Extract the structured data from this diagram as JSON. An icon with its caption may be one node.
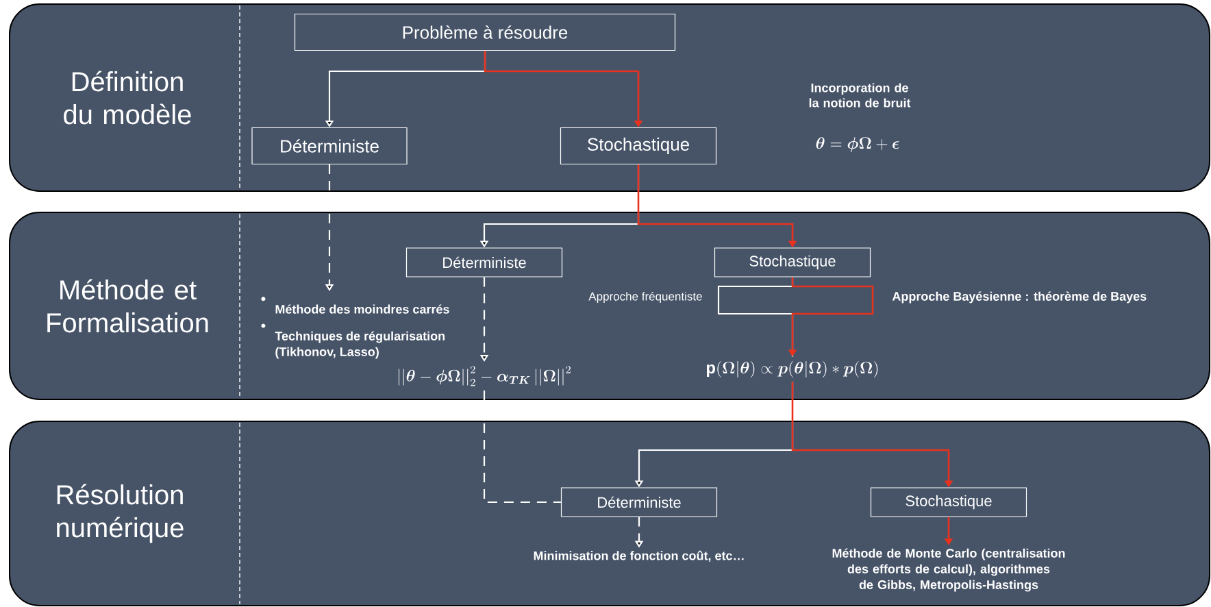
{
  "diagram": {
    "nodes": [
      {
        "text": [
          "Définition du modèle"
        ]
      },
      {
        "text": [
          "Méthode et Formalisation"
        ]
      },
      {
        "text": [
          "Résolution numérique"
        ]
      },
      {
        "text": [
          "Problème à résoudre"
        ],
        "in": 0
      },
      {
        "text": [
          "Déterministe"
        ],
        "in": 0
      },
      {
        "text": [
          "Stochastique"
        ],
        "in": 0
      },
      {
        "text": [
          "Méthode des moindres carrés",
          "Techniques de régularisation (Tikhonov, Lasso)"
        ],
        "in": 1
      },
      {
        "text": [
          "Déterministe"
        ],
        "in": 1
      },
      {
        "text": [
          "Stochastique"
        ],
        "in": 1
      },
      {
        "text": [
          "\\left|\\left|\\boldsymbol{\\theta}-\\boldsymbol{\\phi}\\boldsymbol{\\Omega}\\right|\\right|_2^2-\\boldsymbol{\\alpha}_{\\boldsymbol{TK}}\\left|\\left|\\boldsymbol{\\Omega}\\right|\\right|^2"
        ],
        "in": 1
      },
      {
        "text": [
          "\\mathbf{p}(\\boldsymbol{\\Omega}|\\boldsymbol{\\theta}) \\propto \\boldsymbol{p}(\\boldsymbol{\\theta}|\\boldsymbol{\\Omega}) * \\boldsymbol{p}(\\boldsymbol{\\Omega})"
        ],
        "in": 1
      },
      {
        "text": [
          "Déterministe"
        ],
        "in": 2
      },
      {
        "text": [
          "Stochastique"
        ],
        "in": 2
      },
      {
        "text": [
          "Minimisation de fonction coût, etc…"
        ],
        "in": 2
      },
      {
        "text": [
          "Méthode de Monte Carlo (centralisation des efforts de calcul), algorithmes de Gibbs, Metropolis-Hastings"
        ],
        "in": 2
      }
    ],
    "edges": [
      {
        "from": 3,
        "to": 4,
        "arrow": "to"
      },
      {
        "from": 3,
        "to": 5,
        "arrow": "to",
        "color": "#e8321e"
      },
      {
        "from": 4,
        "to": 6,
        "arrow": "to",
        "style": "dashed"
      },
      {
        "from": 5,
        "to": 7,
        "arrow": "to"
      },
      {
        "from": 5,
        "to": 8,
        "arrow": "to",
        "color": "#e8321e"
      },
      {
        "from": 7,
        "to": 9,
        "arrow": "to",
        "style": "dashed"
      },
      {
        "from": 8,
        "to": 10,
        "arrow": "none",
        "label": "Approche fréquentiste"
      },
      {
        "from": 8,
        "to": 10,
        "arrow": "to",
        "color": "#e8321e",
        "label": "Approche Bayésienne : théorème de Bayes"
      },
      {
        "from": 9,
        "to": 11,
        "arrow": "none",
        "style": "dashed"
      },
      {
        "from": 10,
        "to": 11,
        "arrow": "to"
      },
      {
        "from": 10,
        "to": 12,
        "arrow": "to",
        "color": "#e8321e"
      },
      {
        "from": 11,
        "to": 13,
        "arrow": "to",
        "style": "dashed"
      },
      {
        "from": 12,
        "to": 14,
        "arrow": "to",
        "color": "#e8321e"
      }
    ],
    "labels": [
      "Incorporation de la notion de bruit",
      "\\boldsymbol{\\theta} = \\boldsymbol{\\phi}\\boldsymbol{\\Omega} + \\boldsymbol{\\epsilon}"
    ]
  }
}
